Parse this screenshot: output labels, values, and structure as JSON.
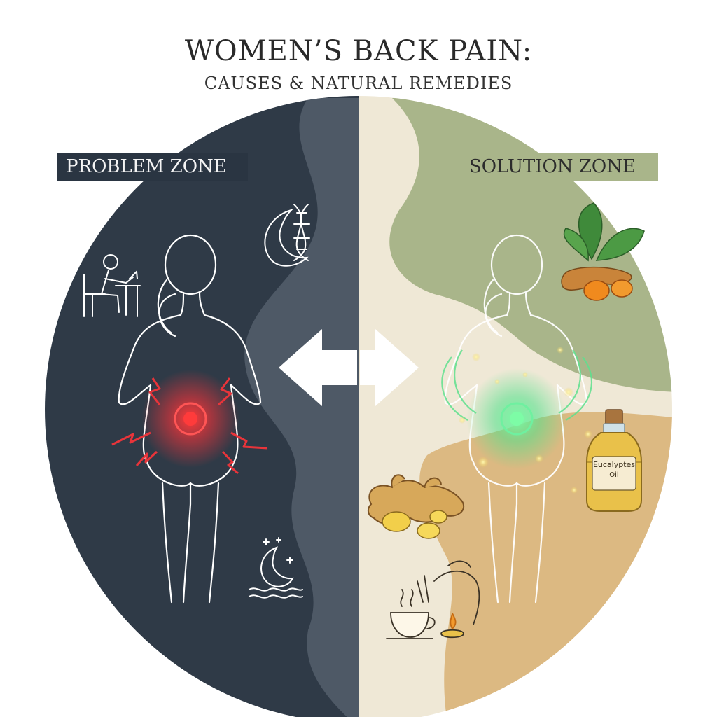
{
  "title": "WOMEN’S BACK PAIN:",
  "subtitle": "CAUSES & NATURAL REMEDIES",
  "zones": {
    "problem": {
      "label": "PROBLEM ZONE"
    },
    "solution": {
      "label": "SOLUTION ZONE"
    }
  },
  "bottle": {
    "label_line1": "Eucalyptes",
    "label_line2": "Oil"
  },
  "colors": {
    "problem_dark": "#2f3a47",
    "problem_mid": "#4e5966",
    "solution_cream": "#efe8d6",
    "solution_green": "#a9b58a",
    "solution_tan": "#dcb982",
    "pain_red": "#e8343a",
    "relief_green": "#4fe08a"
  },
  "icons": [
    "desk-worker-icon",
    "dna-moon-icon",
    "moon-waves-icon",
    "turmeric-icon",
    "ginger-icon",
    "eucalyptus-oil-bottle-icon",
    "massage-tea-candle-icon",
    "double-arrow-icon"
  ]
}
